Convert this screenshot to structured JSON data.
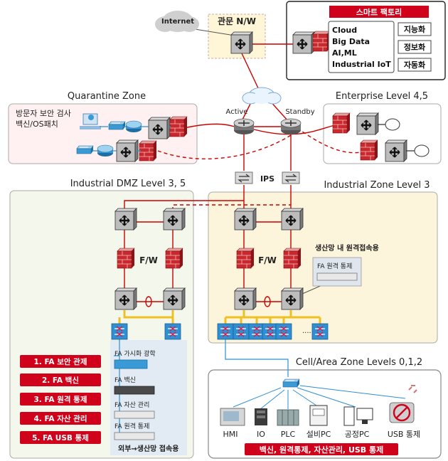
{
  "internet": {
    "label": "Internet"
  },
  "gateway": {
    "label": "관문 N/W"
  },
  "smart_factory": {
    "title": "스마트 팩토리",
    "techs": [
      "Cloud",
      "Big Data",
      "AI,ML",
      "Industrial IoT"
    ],
    "tags": [
      "지능화",
      "정보화",
      "자동화"
    ]
  },
  "zones": {
    "quarantine": "Quarantine Zone",
    "enterprise": "Enterprise Level 4,5",
    "dmz": "Industrial DMZ Level 3, 5",
    "industrial": "Industrial Zone Level 3",
    "cell": "Cell/Area Zone Levels 0,1,2"
  },
  "quarantine_note": [
    "방문자 보안 검사",
    "백신/OS패치"
  ],
  "core": {
    "active": "Active",
    "standby": "Standby",
    "ips": "IPS"
  },
  "firewall_label": "F/W",
  "remote_access": {
    "title": "생산망 내 원격접속용",
    "box": "FA 원격 통제"
  },
  "dmz_servers": [
    {
      "label": "FA 가시화 광학"
    },
    {
      "label": "FA 백신"
    },
    {
      "label": "FA 자산 관리"
    },
    {
      "label": "FA 원격 통제"
    }
  ],
  "external_access": "외부→생산망 접속용",
  "services": [
    "1. FA 보안 관제",
    "2. FA 백신",
    "3. FA 원격 통제",
    "4. FA 자산 관리",
    "5. FA USB 통제"
  ],
  "devices": [
    "HMI",
    "IO",
    "PLC",
    "설비PC",
    "공정PC",
    "USB 통제"
  ],
  "ellipsis": "......",
  "cell_banner": "백신, 원격통제, 자산관리, USB 통제",
  "colors": {
    "red": "#d0021b",
    "link": "#cc0000",
    "zone_border": "#999999",
    "yellow_link": "#f0c020"
  }
}
